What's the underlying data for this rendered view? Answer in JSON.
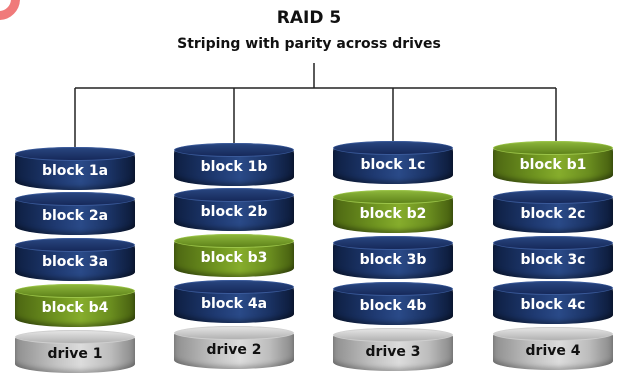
{
  "title": "RAID 5",
  "subtitle": "Striping with parity across drives",
  "colors": {
    "data_block": "#1f3a72",
    "parity_block": "#7aa22a",
    "drive": "#c4c4c4",
    "connector": "#222222",
    "corner_decoration": "#f07a7a"
  },
  "drives": [
    {
      "label": "drive 1",
      "blocks": [
        {
          "label": "block 1a",
          "kind": "data"
        },
        {
          "label": "block 2a",
          "kind": "data"
        },
        {
          "label": "block 3a",
          "kind": "data"
        },
        {
          "label": "block b4",
          "kind": "parity"
        }
      ]
    },
    {
      "label": "drive 2",
      "blocks": [
        {
          "label": "block 1b",
          "kind": "data"
        },
        {
          "label": "block 2b",
          "kind": "data"
        },
        {
          "label": "block b3",
          "kind": "parity"
        },
        {
          "label": "block 4a",
          "kind": "data"
        }
      ]
    },
    {
      "label": "drive 3",
      "blocks": [
        {
          "label": "block 1c",
          "kind": "data"
        },
        {
          "label": "block b2",
          "kind": "parity"
        },
        {
          "label": "block 3b",
          "kind": "data"
        },
        {
          "label": "block 4b",
          "kind": "data"
        }
      ]
    },
    {
      "label": "drive 4",
      "blocks": [
        {
          "label": "block b1",
          "kind": "parity"
        },
        {
          "label": "block 2c",
          "kind": "data"
        },
        {
          "label": "block 3c",
          "kind": "data"
        },
        {
          "label": "block 4c",
          "kind": "data"
        }
      ]
    }
  ]
}
